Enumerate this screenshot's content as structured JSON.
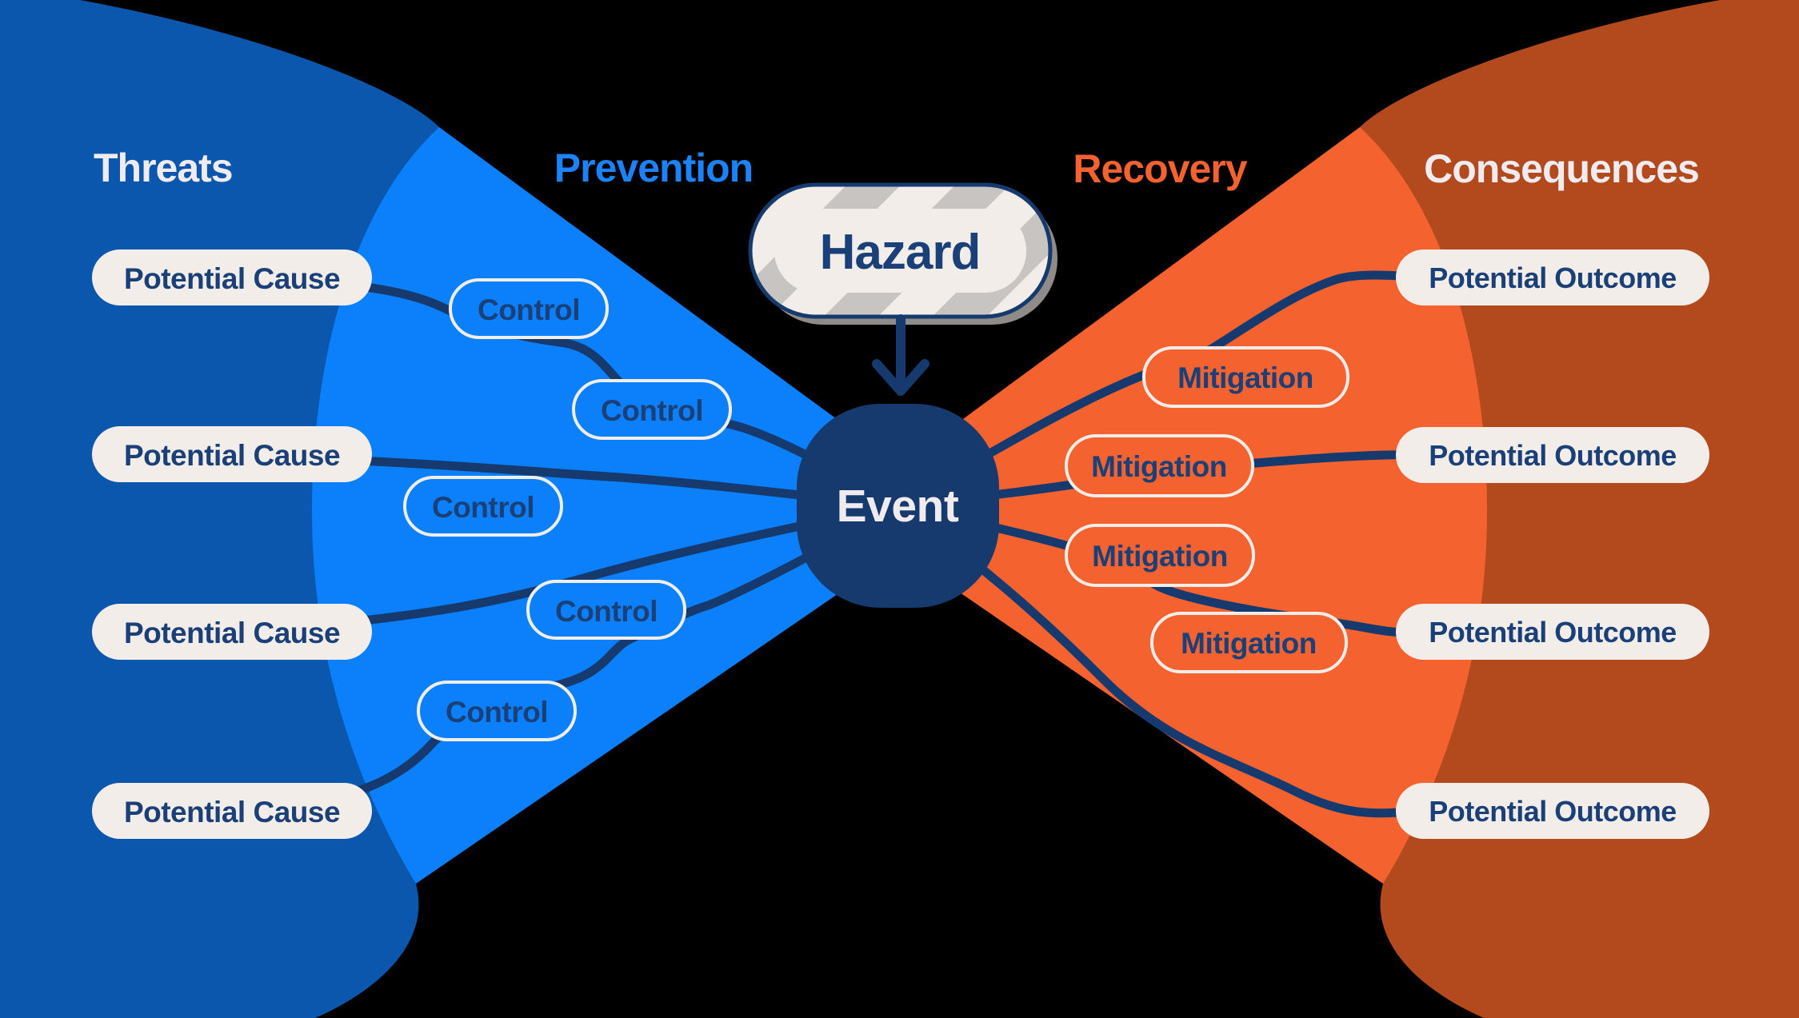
{
  "diagram": {
    "threats": {
      "label": "Threats",
      "causes": [
        "Potential Cause",
        "Potential Cause",
        "Potential Cause",
        "Potential Cause"
      ]
    },
    "prevention": {
      "label": "Prevention",
      "controls": [
        "Control",
        "Control",
        "Control",
        "Control",
        "Control"
      ]
    },
    "hazard": {
      "label": "Hazard"
    },
    "event": {
      "label": "Event"
    },
    "recovery": {
      "label": "Recovery",
      "mitigations": [
        "Mitigation",
        "Mitigation",
        "Mitigation",
        "Mitigation"
      ]
    },
    "consequences": {
      "label": "Consequences",
      "outcomes": [
        "Potential Outcome",
        "Potential Outcome",
        "Potential Outcome",
        "Potential Outcome"
      ]
    }
  },
  "colors": {
    "bg": "#000000",
    "darkBlue": "#0B57AD",
    "lightBlue": "#0B80FA",
    "brightBlue": "#1C82F8",
    "orange": "#F4622F",
    "rust": "#B24A1E",
    "navy": "#16396E",
    "navyText": "#1B4078",
    "offWhite": "#F2EDE9",
    "gray": "#C8C4C1",
    "shadowGray": "#8F8B89",
    "textWhite": "#F0EBEE"
  }
}
